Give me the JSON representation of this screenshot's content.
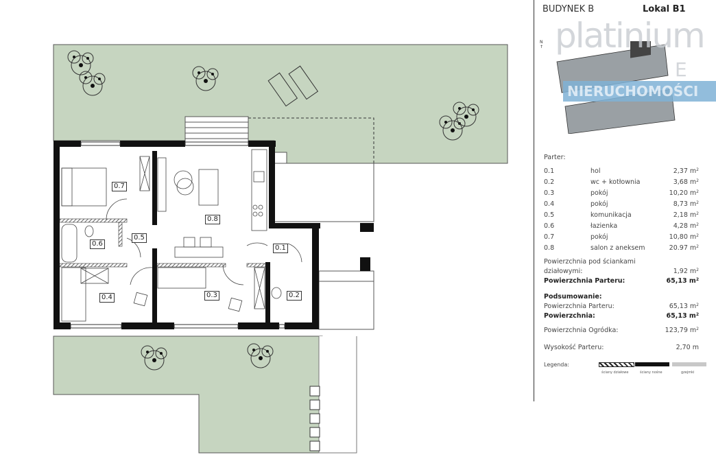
{
  "header": {
    "building": "BUDYNEK B",
    "unit": "Lokal B1"
  },
  "watermark": {
    "line1": "platinium",
    "line2": "E",
    "line3": "NIERUCHOMOŚCI"
  },
  "compass": "N",
  "section_title": "Parter:",
  "rooms": [
    {
      "no": "0.1",
      "name": "hol",
      "area": "2,37",
      "unit": "m"
    },
    {
      "no": "0.2",
      "name": "wc + kotłownia",
      "area": "3,68",
      "unit": "m"
    },
    {
      "no": "0.3",
      "name": "pokój",
      "area": "10,20",
      "unit": "m"
    },
    {
      "no": "0.4",
      "name": "pokój",
      "area": "8,73",
      "unit": "m"
    },
    {
      "no": "0.5",
      "name": "komunikacja",
      "area": "2,18",
      "unit": "m"
    },
    {
      "no": "0.6",
      "name": "łazienka",
      "area": "4,28",
      "unit": "m"
    },
    {
      "no": "0.7",
      "name": "pokój",
      "area": "10,80",
      "unit": "m"
    },
    {
      "no": "0.8",
      "name": "salon z aneksem",
      "area": "20.97",
      "unit": "m"
    }
  ],
  "sq": "2",
  "partition": {
    "label1": "Powierzchnia pod ściankami",
    "label2": "działowymi:",
    "value": "1,92 m"
  },
  "floor_area": {
    "label": "Powierzchnia Parteru:",
    "value": "65,13 m"
  },
  "summary": {
    "title": "Podsumowanie:",
    "floor_label": "Powierzchnia Parteru:",
    "floor_value": "65,13 m",
    "total_label": "Powierzchnia:",
    "total_value": "65,13 m"
  },
  "garden": {
    "label": "Powierzchnia Ogródka:",
    "value": "123,79 m"
  },
  "height": {
    "label": "Wysokość Parteru:",
    "value": "2,70 m"
  },
  "legend": {
    "title": "Legenda:",
    "items": [
      "ściany działowe",
      "ściany nośne",
      "gzejmki"
    ]
  },
  "colors": {
    "garden": "#c6d5c0",
    "wall": "#111111"
  }
}
